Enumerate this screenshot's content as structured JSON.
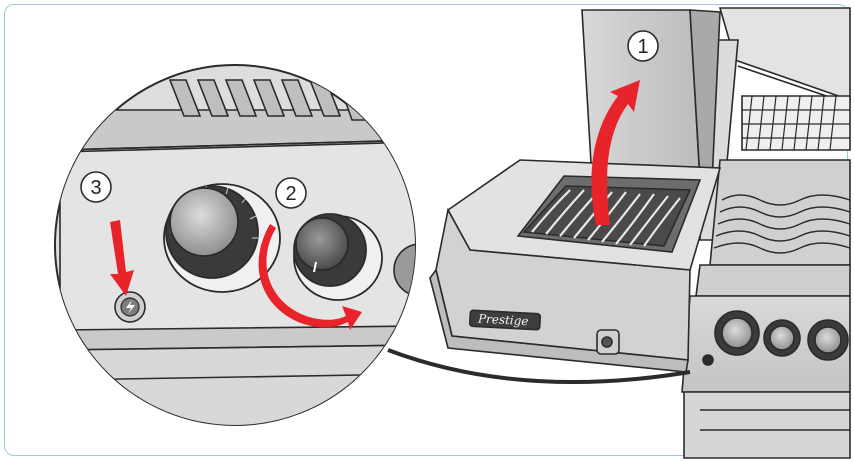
{
  "steps": [
    {
      "number": "1",
      "action": "open-side-burner-lid"
    },
    {
      "number": "2",
      "action": "turn-side-burner-knob"
    },
    {
      "number": "3",
      "action": "press-ignition-button"
    }
  ],
  "brand": "Prestige",
  "colors": {
    "arrow": "#e8232a",
    "frame_border": "#9ccbd6",
    "metal_light": "#e6e6e6",
    "metal_mid": "#bdbdbd",
    "metal_dark": "#7a7a7a",
    "outline": "#2b2b2b"
  },
  "icons": [
    "step-badge",
    "red-arrow",
    "ignition-icon"
  ]
}
